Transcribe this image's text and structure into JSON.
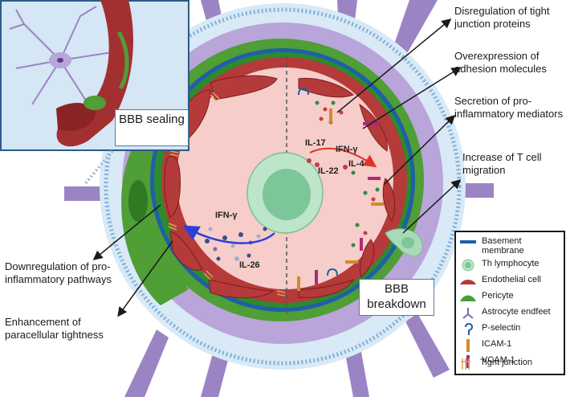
{
  "annotations": {
    "tight_junction_disregulation": "Disregulation of tight junction proteins",
    "adhesion_overexpression": "Overexpression of adhesion molecules",
    "proinflammatory_secretion": "Secretion of pro-inflammatory mediators",
    "tcell_migration": "Increase of T cell migration",
    "downregulation": "Downregulation of pro-inflammatory pathways",
    "paracellular_tightness": "Enhancement of paracellular tightness"
  },
  "boxes": {
    "sealing": "BBB sealing",
    "breakdown": "BBB breakdown"
  },
  "cytokines": {
    "left_ifng": "IFN-γ",
    "left_il26": "IL-26",
    "right_il17": "IL-17",
    "right_ifng": "IFN-γ",
    "right_il22": "IL-22",
    "right_il4": "IL-4"
  },
  "legend": [
    {
      "label": "Basement membrane",
      "icon": "basement-membrane-icon"
    },
    {
      "label": "Th lymphocyte",
      "icon": "th-lymphocyte-icon"
    },
    {
      "label": "Endothelial cell",
      "icon": "endothelial-cell-icon"
    },
    {
      "label": "Pericyte",
      "icon": "pericyte-icon"
    },
    {
      "label": "Astrocyte endfeet",
      "icon": "astrocyte-endfeet-icon"
    },
    {
      "label": "P-selectin",
      "icon": "p-selectin-icon"
    },
    {
      "label": "ICAM-1",
      "icon": "icam1-icon"
    },
    {
      "label": "VCAM-1",
      "icon": "vcam1-icon"
    },
    {
      "label": "Tight junction",
      "icon": "tight-junction-icon"
    }
  ],
  "colors": {
    "astrocyte": "#9b84c4",
    "astrocyte_halo": "#d9e9f6",
    "basement": "#1f5fa8",
    "pericyte": "#4f9e36",
    "endothelial": "#b53a3a",
    "lumen": "#f6cdc9",
    "th_cell": "#9fd7b3",
    "arrow_blue": "#2e3fd6",
    "arrow_red": "#e0342b"
  }
}
